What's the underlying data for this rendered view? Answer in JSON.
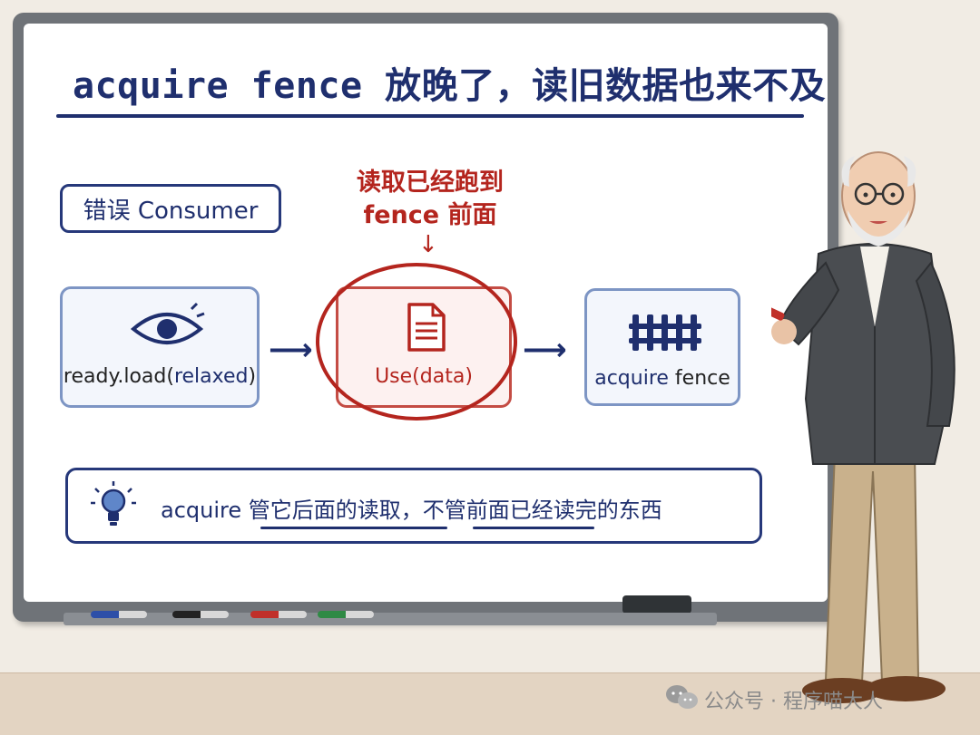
{
  "title": "acquire fence 放晚了，读旧数据也来不及",
  "consumer_tag": "错误 Consumer",
  "annotation": {
    "line1": "读取已经跑到",
    "line2": "fence 前面"
  },
  "steps": [
    {
      "label_prefix": "ready.load(",
      "label_arg": "relaxed",
      "label_suffix": ")",
      "icon": "eye-icon"
    },
    {
      "label_prefix": "Use(",
      "label_arg": "data",
      "label_suffix": ")",
      "icon": "document-icon"
    },
    {
      "label_prefix": "acquire",
      "label_arg": "",
      "label_suffix": " fence",
      "icon": "fence-icon"
    }
  ],
  "tip": {
    "lead": "acquire ",
    "part1": "管它后面的读取",
    "sep": "，",
    "part2": "不管前面已经读完的东西",
    "icon": "lightbulb-icon"
  },
  "watermark": "公众号 · 程序喵大人",
  "colors": {
    "navy": "#1f2f6e",
    "accent_red": "#b4251e",
    "box_border": "#7d95c4",
    "box_fill": "#f3f6fc"
  },
  "markers": [
    "blue",
    "black",
    "red",
    "green"
  ]
}
